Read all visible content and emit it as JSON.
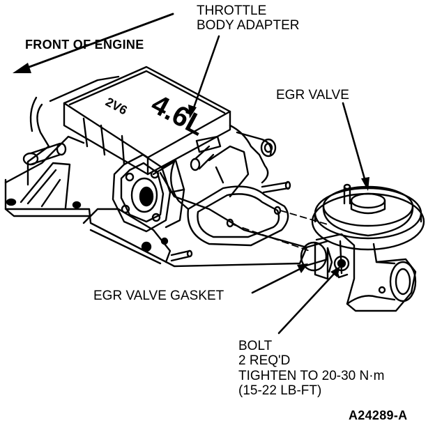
{
  "labels": {
    "throttle_body_adapter": [
      "THROTTLE",
      "BODY ADAPTER"
    ],
    "front_of_engine": "FRONT OF ENGINE",
    "egr_valve": "EGR VALVE",
    "egr_valve_gasket": "EGR VALVE GASKET",
    "bolt": [
      "BOLT",
      "2 REQ'D",
      "TIGHTEN TO 20-30 N·m",
      "(15-22 LB-FT)"
    ],
    "figure_id": "A24289-A"
  },
  "casting": {
    "displacement": "4.6L",
    "sub": "2V6"
  },
  "colors": {
    "ink": "#000000",
    "paper": "#ffffff"
  }
}
